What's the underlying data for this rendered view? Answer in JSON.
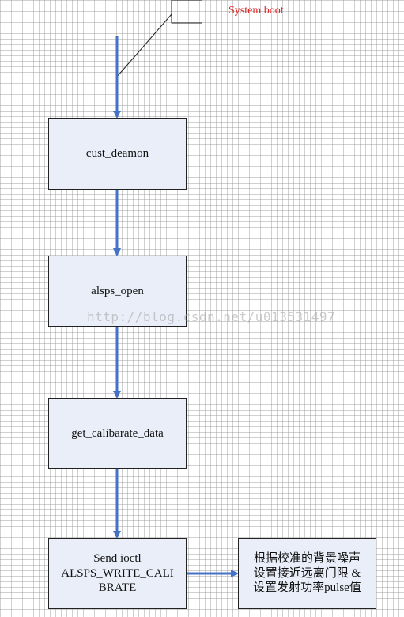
{
  "colors": {
    "arrow": "#4472c4",
    "node_fill": "#e9eef8",
    "boot_label": "#e02020"
  },
  "callout": {
    "label": "System boot"
  },
  "nodes": {
    "cust_deamon": "cust_deamon",
    "alsps_open": "alsps_open",
    "get_calibarate_data": "get_calibarate_data",
    "send_ioctl": [
      "Send ioctl",
      "ALSPS_WRITE_CALI",
      "BRATE"
    ],
    "note": [
      "根据校准的背景噪声",
      "设置接近远离门限 &",
      "设置发射功率pulse值"
    ]
  },
  "watermark": "http://blog.csdn.net/u013531497"
}
